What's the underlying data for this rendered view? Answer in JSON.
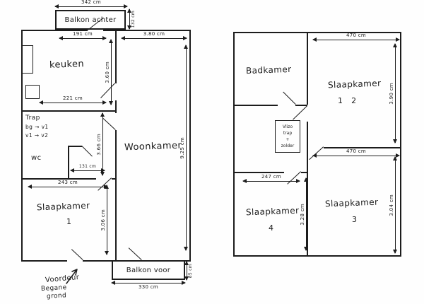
{
  "ground_floor": {
    "floor_name_line1": "Begane",
    "floor_name_line2": "grond",
    "rooms": {
      "balkon_achter": "Balkon achter",
      "keuken": "keuken",
      "woonkamer": "Woonkamer",
      "wc": "wc",
      "slaapkamer1_label": "Slaapkamer",
      "slaapkamer1_num": "1",
      "balkon_voor": "Balkon voor"
    },
    "annotations": {
      "trap_title": "Trap",
      "trap_line1": "bg → v1",
      "trap_line2": "v1 → v2",
      "voordeur": "Voordeur"
    },
    "dims": {
      "balkon_achter_w": "342 cm",
      "balkon_achter_d": "132 cm",
      "keuken_w": "191 cm",
      "keuken_h": "3.60 cm",
      "keuken_bottom_w": "221 cm",
      "woonkamer_w": "3.80 cm",
      "woonkamer_h": "9.25 cm",
      "hal_h": "3.66 cm",
      "wc_w": "131 cm",
      "slaapkamer1_w": "243 cm",
      "slaapkamer1_h": "3.06 cm",
      "balkon_voor_w": "330 cm",
      "balkon_voor_d": "85 cm"
    }
  },
  "first_floor": {
    "rooms": {
      "badkamer": "Badkamer",
      "slaapkamer12_label": "Slaapkamer",
      "slaapkamer12_num": "1   2",
      "slaapkamer3_label": "Slaapkamer",
      "slaapkamer3_num": "3",
      "slaapkamer4_label": "Slaapkamer",
      "slaapkamer4_num": "4"
    },
    "annotations": {
      "vlizo_line1": "Vlizo",
      "vlizo_line2": "trap",
      "vlizo_line3": "+",
      "vlizo_line4": "zolder"
    },
    "dims": {
      "slaapkamer12_w": "470 cm",
      "slaapkamer12_h": "3.90 cm",
      "slaapkamer3_w": "470 cm",
      "slaapkamer3_h": "3.04 cm",
      "slaapkamer4_w": "247 cm",
      "slaapkamer4_h": "3.28 cm"
    }
  },
  "icons": {
    "voordeur_arrow": "diagonal-arrow-up-right"
  },
  "colors": {
    "ink": "#1c1c1c",
    "paper": "#fefefe"
  }
}
